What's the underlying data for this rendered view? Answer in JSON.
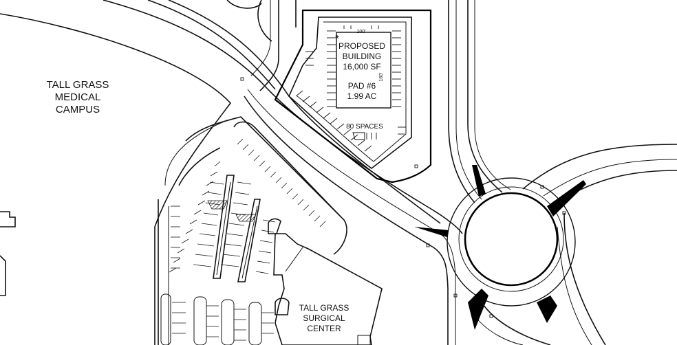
{
  "labels": {
    "campus": [
      "TALL GRASS",
      "MEDICAL",
      "CAMPUS"
    ],
    "building": [
      "PROPOSED",
      "BUILDING",
      "16,000 SF"
    ],
    "pad": [
      "PAD #6",
      "1.99 AC"
    ],
    "spaces": "80 SPACES",
    "dim_top": "100'",
    "dim_side": "160'",
    "asterisk": "*",
    "surgical": [
      "TALL GRASS",
      "SURGICAL",
      "CENTER"
    ]
  },
  "colors": {
    "line": "#111111",
    "background": "#ffffff",
    "hatch": "#222222"
  }
}
